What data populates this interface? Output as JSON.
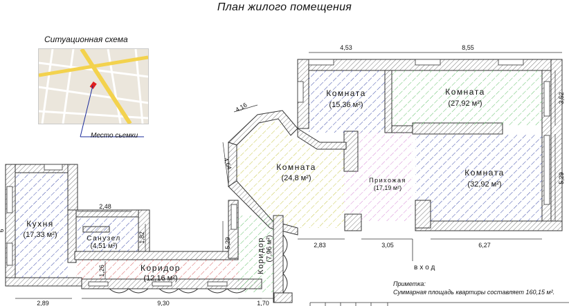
{
  "title": "План жилого помещения",
  "situation": {
    "title": "Ситуационная схема",
    "photo_label": "Место сьемки"
  },
  "rooms": {
    "r1": {
      "name": "Комната",
      "area": "(15,36 м²)"
    },
    "r2": {
      "name": "Комната",
      "area": "(27,92 м²)"
    },
    "r3": {
      "name": "Комната",
      "area": "(24,8 м²)"
    },
    "r4": {
      "name": "Комната",
      "area": "(32,92 м²)"
    },
    "hall": {
      "name": "Прихожая",
      "area": "(17,19 м²)"
    },
    "kitchen": {
      "name": "Кухня",
      "area": "(17,33 м²)"
    },
    "bath": {
      "name": "Санузел",
      "area": "(4,51 м²)"
    },
    "corr1": {
      "name": "Коридор",
      "area": "(12,16 м²)"
    },
    "corr2": {
      "name": "Коридор",
      "area": "(7,96 м²)"
    }
  },
  "dims": {
    "d453": "4,53",
    "d855": "8,55",
    "d352": "3,52",
    "d529r": "5,29",
    "d416": "4,16",
    "d464": "4,64",
    "d283": "2,83",
    "d305": "3,05",
    "d627": "6,27",
    "d248": "2,48",
    "d182": "1,82",
    "d126": "1,26",
    "d529c": "5,29",
    "d6": "6",
    "d289": "2,89",
    "d930": "9,30",
    "d170": "1,70"
  },
  "entrance": "вход",
  "notes": {
    "label": "Приметка:",
    "text": "Суммарная площадь квартиры составляет 160,15 м²."
  },
  "colors": {
    "wall": "#9a9a9a",
    "hatch_blue": "#3b4aa8",
    "hatch_green": "#62c06a",
    "hatch_yellow": "#c8c84a",
    "hatch_pink": "#d68ad6",
    "hatch_red": "#d65a5a",
    "map_road": "#f3d24d"
  }
}
